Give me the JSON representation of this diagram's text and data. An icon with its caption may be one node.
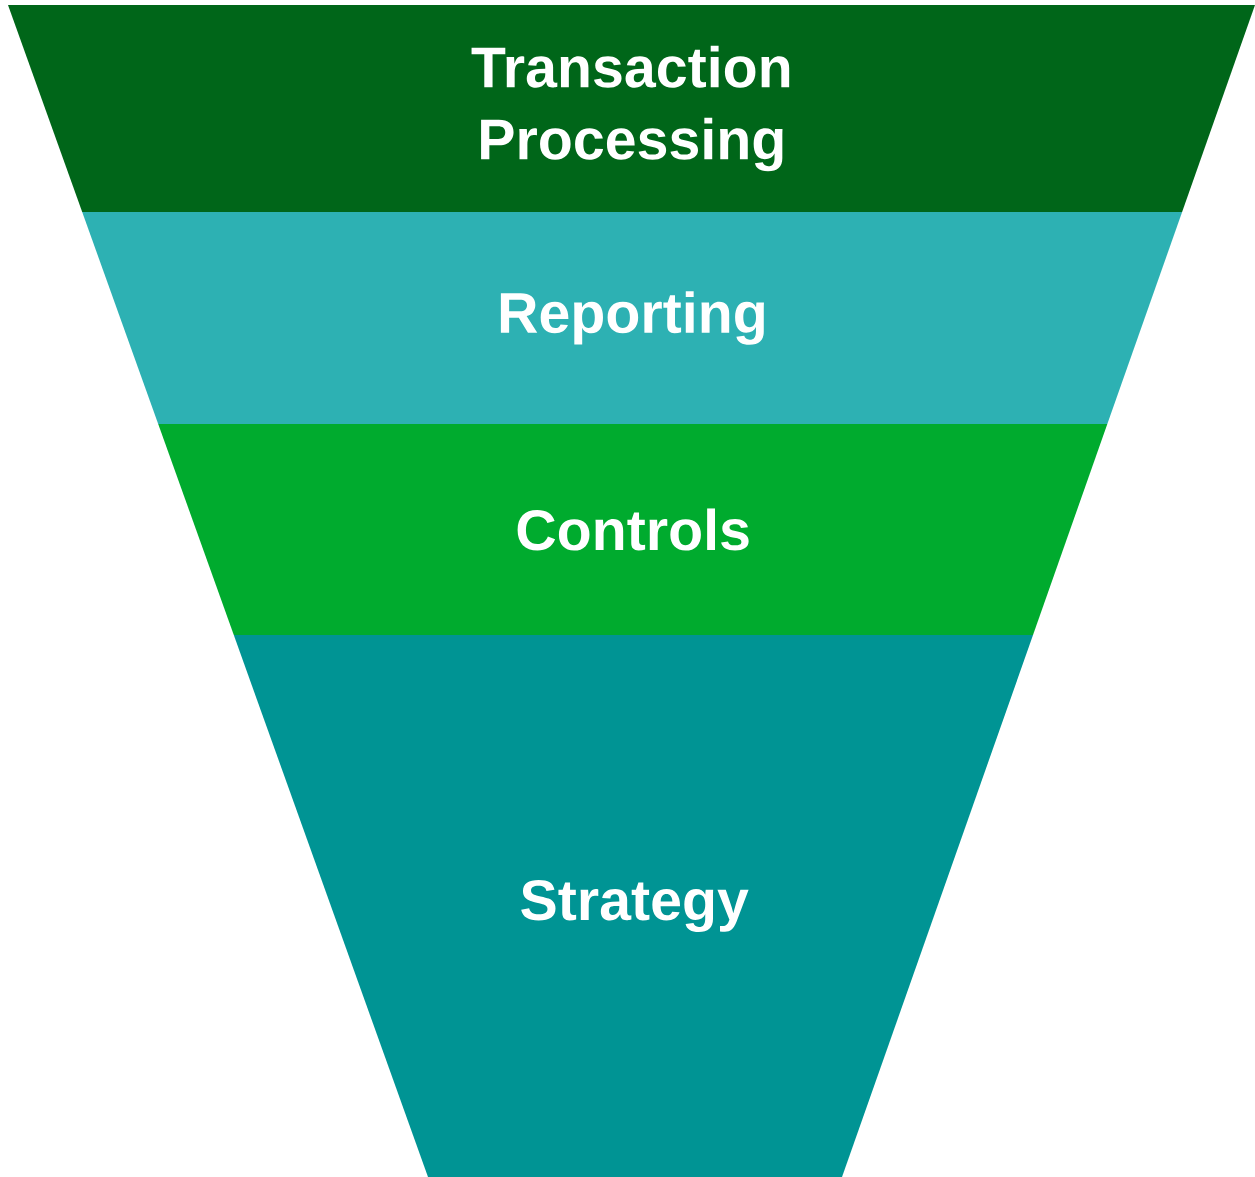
{
  "diagram": {
    "nodes": [
      {
        "text": [
          "Transaction Processing"
        ]
      },
      {
        "text": [
          "Reporting"
        ]
      },
      {
        "text": [
          "Controls"
        ]
      },
      {
        "text": [
          "Strategy"
        ]
      }
    ]
  }
}
